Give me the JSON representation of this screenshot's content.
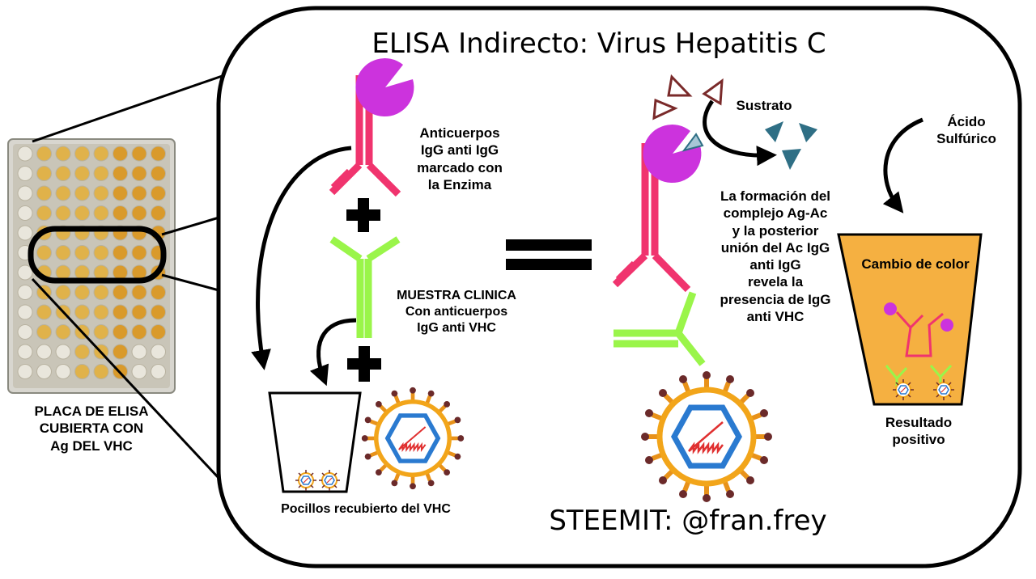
{
  "title": "ELISA Indirecto: Virus Hepatitis C",
  "plate_label": [
    "PLACA DE ELISA",
    "CUBIERTA CON",
    "Ag DEL VHC"
  ],
  "conjugate_label": [
    "Anticuerpos",
    "IgG anti IgG",
    "marcado con",
    "la Enzima"
  ],
  "sample_label": [
    "MUESTRA CLINICA",
    "Con  anticuerpos",
    "IgG anti VHC"
  ],
  "well_label": "Pocillos recubierto del  VHC",
  "substrate_label": "Sustrato",
  "acid_label": [
    "Ácido",
    "Sulfúrico"
  ],
  "explanation": [
    "La formación del",
    "complejo Ag-Ac",
    "y la posterior",
    "unión del Ac IgG",
    "anti IgG",
    "revela la",
    "presencia de IgG",
    "anti VHC"
  ],
  "color_change_label": "Cambio de color",
  "result_label": [
    "Resultado",
    "positivo"
  ],
  "footer": "STEEMIT: @fran.frey",
  "colors": {
    "secondary_antibody": "#f0346e",
    "primary_antibody": "#9af54a",
    "enzyme": "#cc33dd",
    "substrate": "#2f6f85",
    "well_fill": "#f5b041",
    "virus_envelope": "#f2a51a",
    "virus_capsid": "#2a7ad0",
    "virus_rna": "#e03030",
    "spike_tip": "#6b2a2a"
  },
  "icons": {
    "plus": "plus-icon",
    "equals": "equals-icon",
    "arrow": "curved-arrow-icon"
  }
}
